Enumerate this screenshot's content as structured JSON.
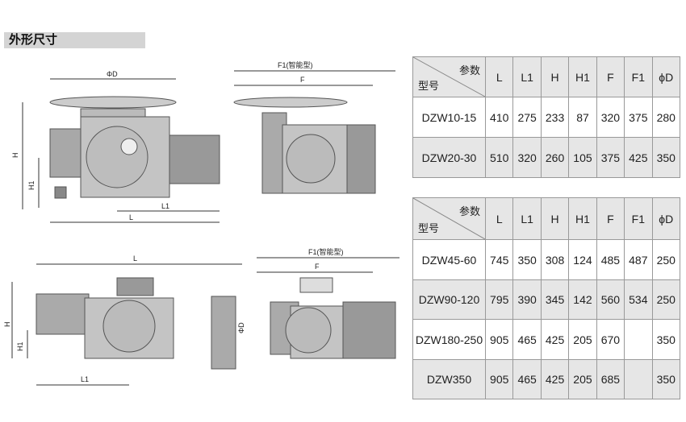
{
  "title": "外形尺寸",
  "drawings": {
    "top_left": {
      "phiD": "ΦD",
      "H": "H",
      "H1": "H1",
      "L1": "L1",
      "L": "L"
    },
    "top_right": {
      "F1": "F1(智能型)",
      "F": "F"
    },
    "bottom_left": {
      "L": "L",
      "H": "H",
      "H1": "H1",
      "L1": "L1",
      "phiD": "ΦD"
    },
    "bottom_right": {
      "F1": "F1(智能型)",
      "F": "F"
    }
  },
  "table1": {
    "corner_top": "参数",
    "corner_bottom": "型号",
    "columns": [
      "L",
      "L1",
      "H",
      "H1",
      "F",
      "F1",
      "ϕD"
    ],
    "rows": [
      {
        "model": "DZW10-15",
        "values": [
          "410",
          "275",
          "233",
          "87",
          "320",
          "375",
          "280"
        ]
      },
      {
        "model": "DZW20-30",
        "values": [
          "510",
          "320",
          "260",
          "105",
          "375",
          "425",
          "350"
        ]
      }
    ]
  },
  "table2": {
    "corner_top": "参数",
    "corner_bottom": "型号",
    "columns": [
      "L",
      "L1",
      "H",
      "H1",
      "F",
      "F1",
      "ϕD"
    ],
    "rows": [
      {
        "model": "DZW45-60",
        "values": [
          "745",
          "350",
          "308",
          "124",
          "485",
          "487",
          "250"
        ]
      },
      {
        "model": "DZW90-120",
        "values": [
          "795",
          "390",
          "345",
          "142",
          "560",
          "534",
          "250"
        ]
      },
      {
        "model": "DZW180-250",
        "values": [
          "905",
          "465",
          "425",
          "205",
          "670",
          "",
          "350"
        ]
      },
      {
        "model": "DZW350",
        "values": [
          "905",
          "465",
          "425",
          "205",
          "685",
          "",
          "350"
        ]
      }
    ]
  }
}
